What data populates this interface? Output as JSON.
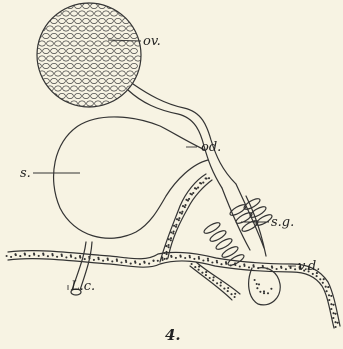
{
  "figure": {
    "number": "4.",
    "labels": {
      "ovary": "ov.",
      "oviduct": "od.",
      "spermatheca": "s.",
      "salivary_gland": "s.g.",
      "vas_deferens": "v.d.",
      "lc": "L.c."
    }
  }
}
